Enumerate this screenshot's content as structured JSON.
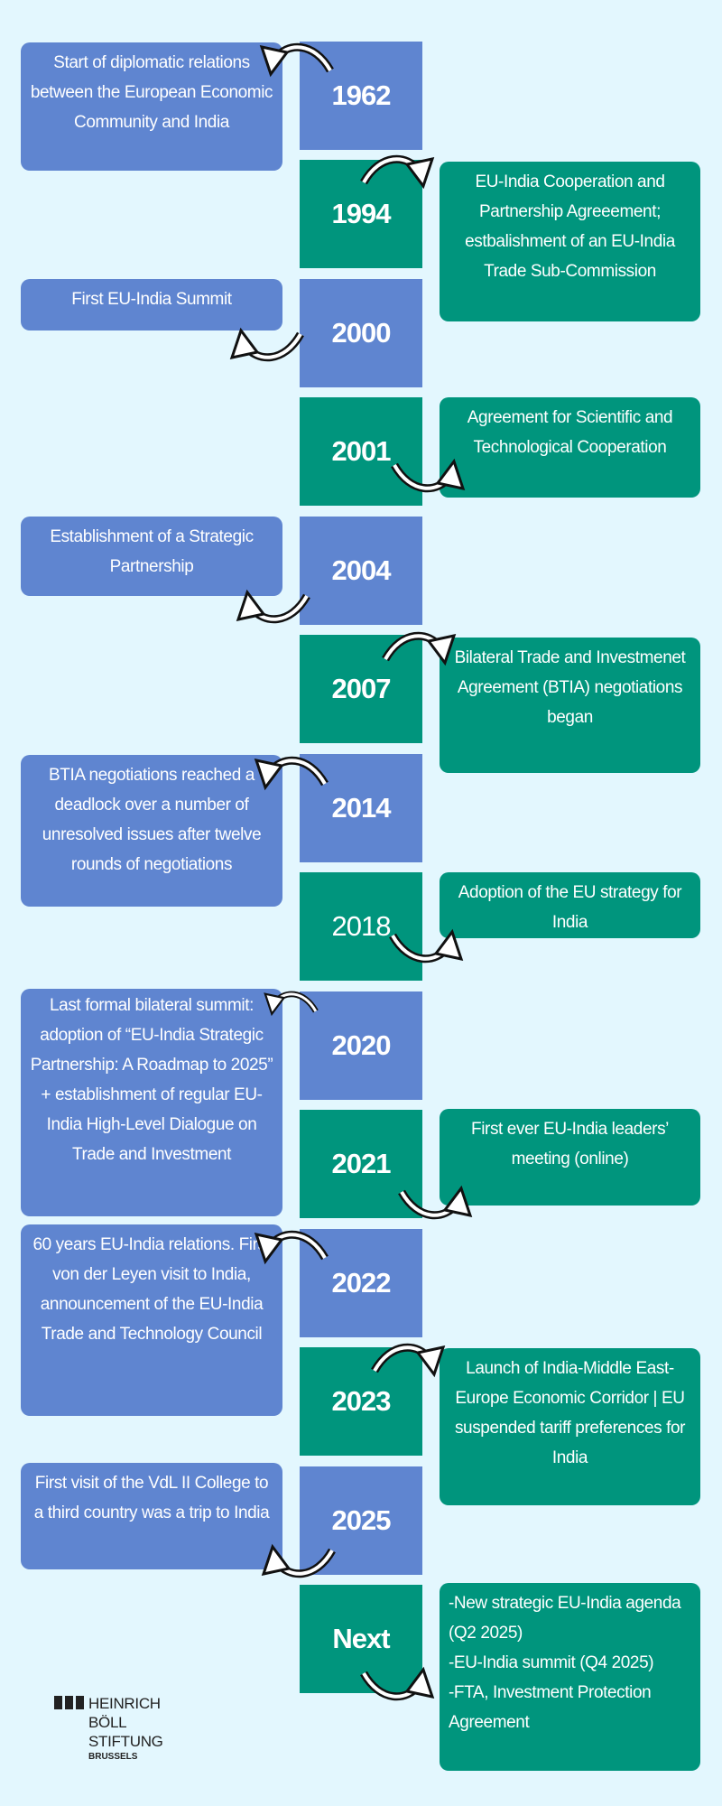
{
  "colors": {
    "background": "#E3F7FE",
    "blue": "#5F85D0",
    "green": "#00957D",
    "text": "#FFFFFF"
  },
  "timeline": [
    {
      "year": "1962",
      "event": "Start of diplomatic relations between the European Economic Community and India"
    },
    {
      "year": "1994",
      "event": "EU-India Cooperation and Partnership Agreeement; estbalishment of an EU-India Trade Sub-Commission"
    },
    {
      "year": "2000",
      "event": "First EU-India Summit"
    },
    {
      "year": "2001",
      "event": "Agreement for Scientific and Technological Cooperation"
    },
    {
      "year": "2004",
      "event": "Establishment of a Strategic Partnership"
    },
    {
      "year": "2007",
      "event": "Bilateral Trade and Investmenet Agreement (BTIA) negotiations began"
    },
    {
      "year": "2014",
      "event": "BTIA negotiations reached a deadlock over a number of unresolved issues after twelve rounds of negotiations"
    },
    {
      "year": "2018",
      "event": "Adoption of the EU strategy for India"
    },
    {
      "year": "2020",
      "event": "Last formal bilateral summit: adoption of “EU-India Strategic Partnership: A Roadmap to 2025” + establishment of regular EU-India High-Level Dialogue on Trade and Investment"
    },
    {
      "year": "2021",
      "event": "First ever EU-India leaders’ meeting (online)"
    },
    {
      "year": "2022",
      "event": "60 years EU-India relations. First von der Leyen visit to India, announcement of the EU-India Trade and Technology Council"
    },
    {
      "year": "2023",
      "event": "Launch of India-Middle East-Europe Economic Corridor | EU suspended tariff preferences for India"
    },
    {
      "year": "2025",
      "event": "First visit of the VdL II College to a third country was a trip to India"
    },
    {
      "year": "Next",
      "items": [
        "-New strategic EU-India agenda (Q2 2025)",
        "-EU-India summit (Q4 2025)",
        "-FTA, Investment Protection Agreement"
      ]
    }
  ],
  "logo": {
    "line1": "HEINRICH",
    "line2": "BÖLL",
    "line3": "STIFTUNG",
    "city": "BRUSSELS"
  }
}
